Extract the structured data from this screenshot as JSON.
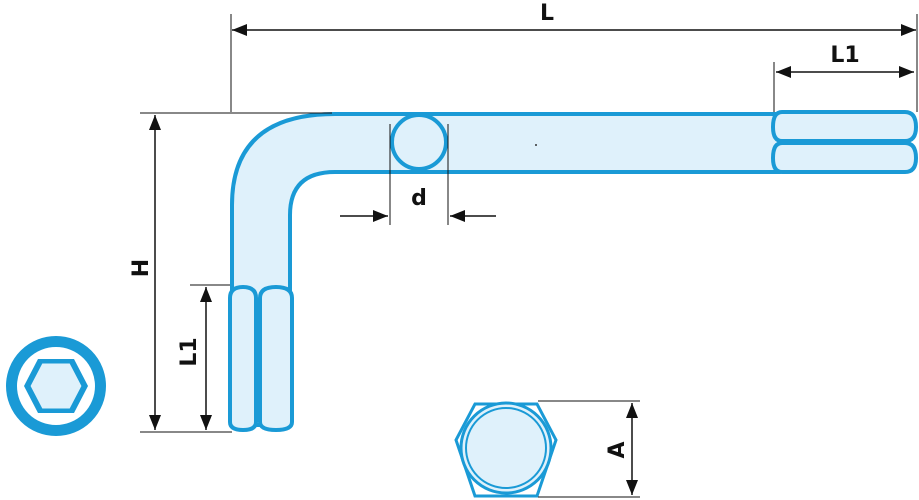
{
  "labels": {
    "length": "L",
    "tip_length_right": "L1",
    "tip_length_left": "L1",
    "height": "H",
    "diameter": "d",
    "across_flats": "A"
  },
  "colors": {
    "outline": "#1a9ad6",
    "fill": "#dff1fb",
    "dim_line": "#111111",
    "badge": "#1a9ad6"
  }
}
